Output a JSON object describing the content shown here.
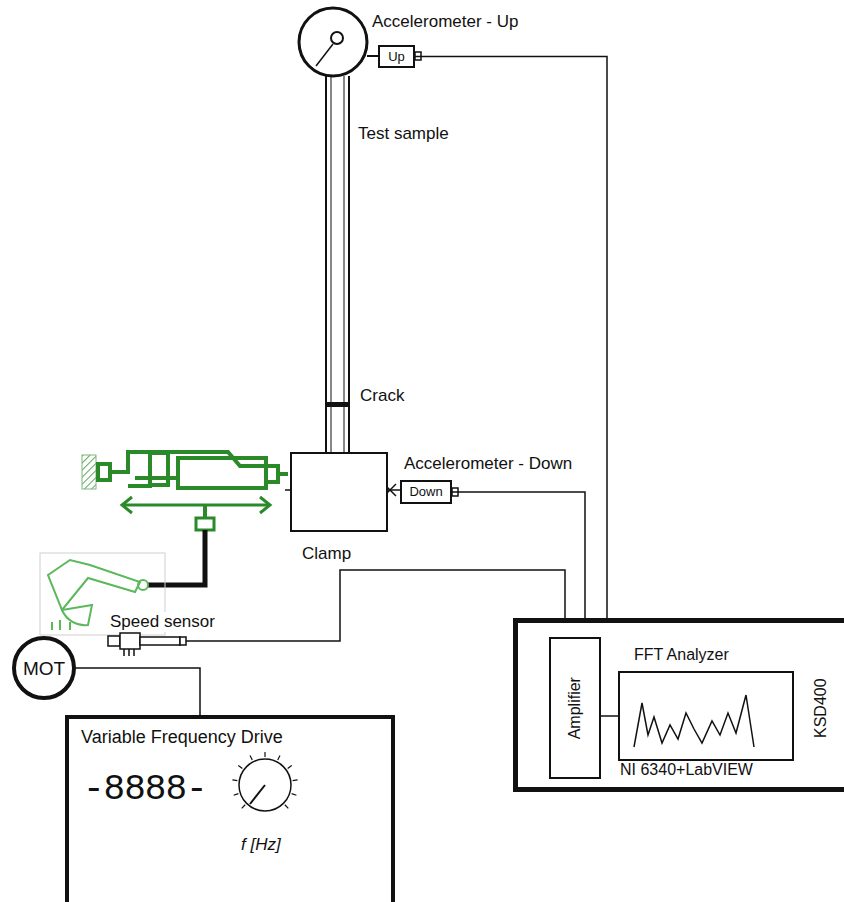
{
  "diagram": {
    "nodes": [
      {
        "text": [
          "Up"
        ]
      },
      {
        "text": [
          "Clamp"
        ]
      },
      {
        "text": [
          "Down"
        ]
      },
      {
        "text": [
          "MOT"
        ]
      },
      {
        "text": [
          "Variable Frequency Drive",
          "-8888-",
          "f [Hz]"
        ]
      },
      {
        "text": [
          "NI 6340+LabVIEW",
          "KSD400"
        ]
      },
      {
        "text": [
          "Amplifier"
        ],
        "in": 5
      },
      {
        "text": [
          "FFT Analyzer"
        ],
        "in": 5
      }
    ],
    "edges": [
      {
        "from": 0,
        "to": 5,
        "arrow": "none"
      },
      {
        "from": 2,
        "to": 5,
        "arrow": "none"
      },
      {
        "from": 6,
        "to": 7,
        "arrow": "none"
      },
      {
        "from": 3,
        "to": 4,
        "arrow": "none"
      }
    ],
    "labels": [
      "Accelerometer - Up",
      "Test sample",
      "Crack",
      "Accelerometer - Down",
      "Speed sensor"
    ]
  }
}
